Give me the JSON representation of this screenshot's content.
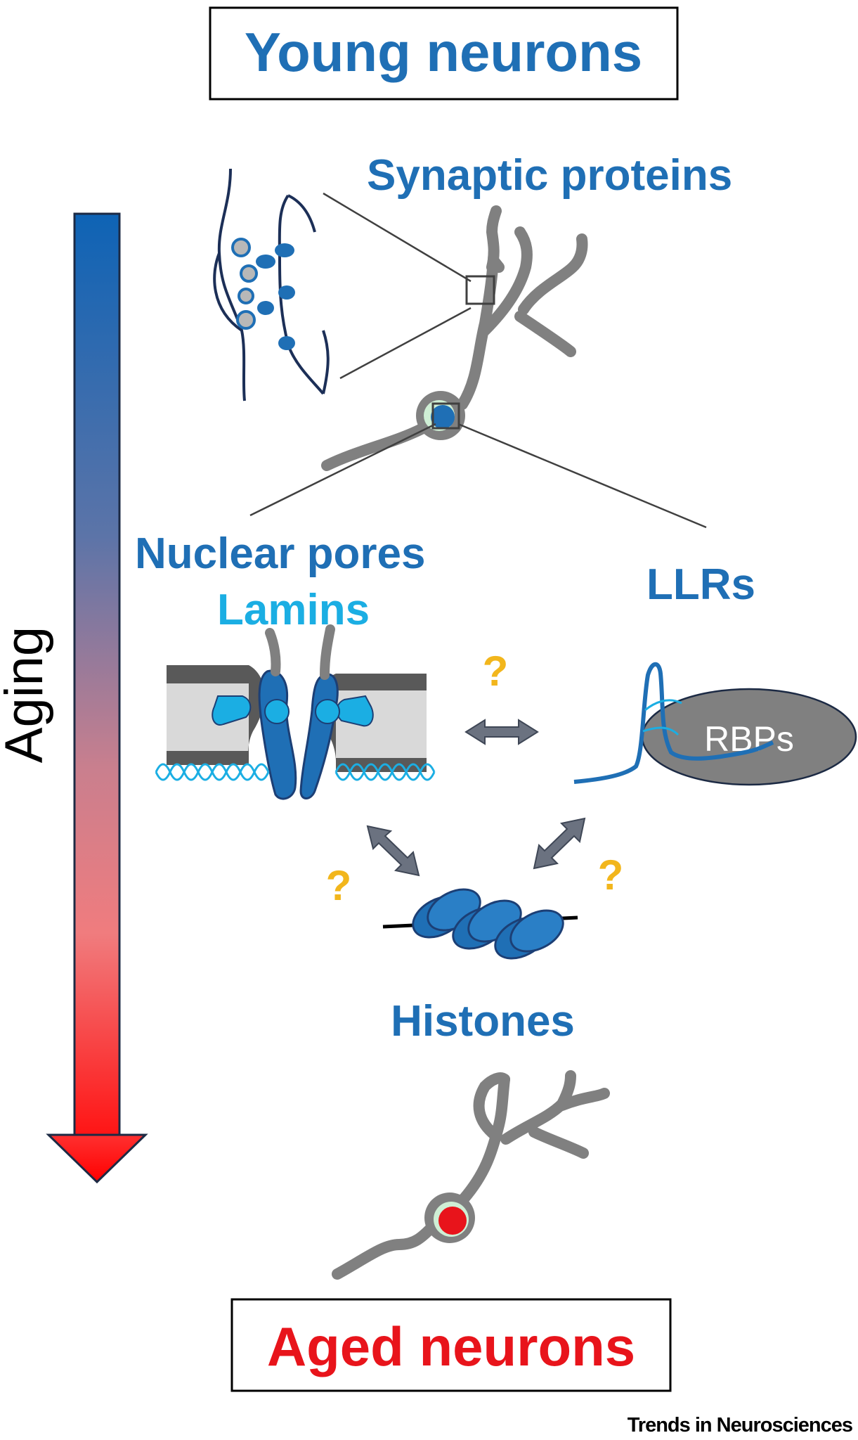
{
  "title_top": "Young neurons",
  "title_bottom": "Aged neurons",
  "axis_label": "Aging",
  "labels": {
    "synaptic_proteins": "Synaptic proteins",
    "nuclear_pores": "Nuclear pores",
    "lamins": "Lamins",
    "llrs": "LLRs",
    "rbps": "RBPs",
    "histones": "Histones",
    "question_mark": "?"
  },
  "credit": "Trends in Neurosciences",
  "colors": {
    "dark_blue": "#1F6FB5",
    "light_blue": "#1BAEE3",
    "red": "#E8141B",
    "gold": "#F2B61C",
    "gray": "#808080",
    "gradient_top": "#0E63B5",
    "gradient_mid": "#F07C7E",
    "gradient_bottom": "#FF1414"
  }
}
